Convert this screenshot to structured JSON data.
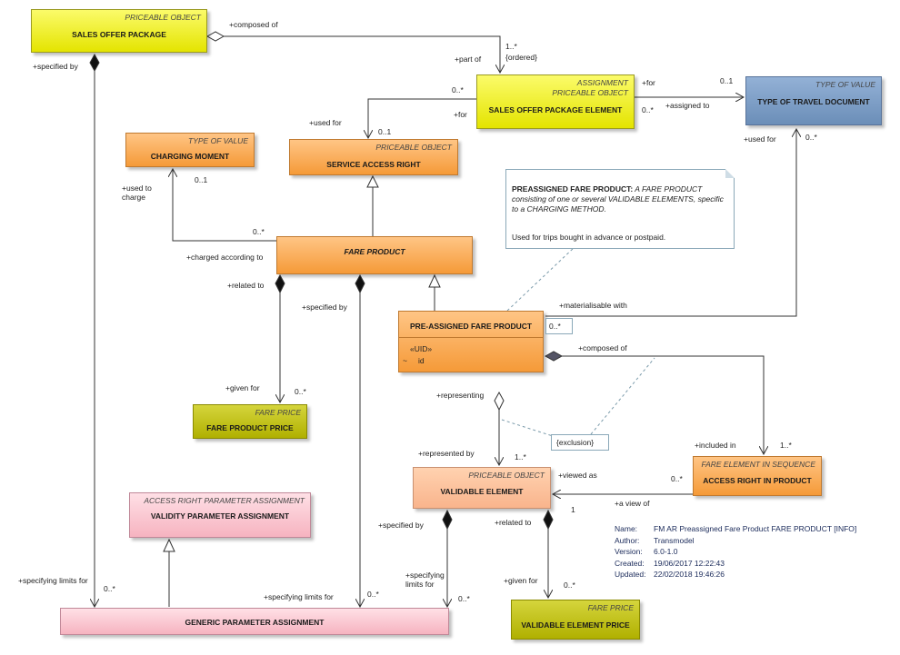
{
  "classes": {
    "sales_offer_package": {
      "stereotype": "PRICEABLE OBJECT",
      "name": "SALES OFFER PACKAGE"
    },
    "sales_offer_package_element": {
      "stereotype": "ASSIGNMENT\nPRICEABLE OBJECT",
      "name": "SALES OFFER PACKAGE ELEMENT"
    },
    "type_of_travel_document": {
      "stereotype": "TYPE OF VALUE",
      "name": "TYPE OF TRAVEL DOCUMENT"
    },
    "charging_moment": {
      "stereotype": "TYPE OF VALUE",
      "name": "CHARGING MOMENT"
    },
    "service_access_right": {
      "stereotype": "PRICEABLE OBJECT",
      "name": "SERVICE ACCESS RIGHT"
    },
    "fare_product": {
      "name": "FARE PRODUCT"
    },
    "pre_assigned_fare_product": {
      "name": "PRE-ASSIGNED FARE PRODUCT",
      "attr_stereotype": "«UID»",
      "attr_vis": "~",
      "attr_name": "id"
    },
    "fare_product_price": {
      "stereotype": "FARE PRICE",
      "name": "FARE PRODUCT PRICE"
    },
    "access_right_parameter_assignment": {
      "stereotype": "ACCESS RIGHT PARAMETER ASSIGNMENT",
      "name": "VALIDITY PARAMETER ASSIGNMENT"
    },
    "validable_element": {
      "stereotype": "PRICEABLE OBJECT",
      "name": "VALIDABLE ELEMENT"
    },
    "access_right_in_product": {
      "stereotype": "FARE ELEMENT IN SEQUENCE",
      "name": "ACCESS RIGHT IN PRODUCT"
    },
    "generic_parameter_assignment": {
      "name": "GENERIC PARAMETER ASSIGNMENT"
    },
    "validable_element_price": {
      "stereotype": "FARE PRICE",
      "name": "VALIDABLE ELEMENT PRICE"
    }
  },
  "labels": {
    "composed_of_1": "+composed of",
    "mult_1_star_a": "1..*",
    "ordered": "{ordered}",
    "part_of": "+part of",
    "specified_by_1": "+specified by",
    "mult_0star_a": "0..*",
    "for_1": "+for",
    "for_2": "+for",
    "mult_01_a": "0..1",
    "mult_0star_b": "0..*",
    "assigned_to": "+assigned to",
    "used_for_1": "+used for",
    "mult_01_b": "0..1",
    "used_for_2": "+used for",
    "mult_0star_c": "0..*",
    "used_to_charge": "+used to\ncharge",
    "mult_01_c": "0..1",
    "mult_0star_d": "0..*",
    "charged_according_to": "+charged according to",
    "related_to_1": "+related to",
    "specified_by_2": "+specified by",
    "materialisable_with": "+materialisable with",
    "mult_0star_e": "0..*",
    "composed_of_2": "+composed of",
    "given_for_1": "+given for",
    "mult_0star_f": "0..*",
    "representing": "+representing",
    "exclusion": "{exclusion}",
    "represented_by": "+represented by",
    "mult_1_star_b": "1..*",
    "included_in": "+included in",
    "mult_1_star_c": "1..*",
    "viewed_as": "+viewed as",
    "mult_0star_g": "0..*",
    "a_view_of": "+a view of",
    "mult_1": "1",
    "specified_by_3": "+specified by",
    "related_to_2": "+related to",
    "specifying_limits_for_1": "+specifying limits for",
    "mult_0star_h": "0..*",
    "specifying_limits_for_2": "+specifying limits for",
    "mult_0star_i": "0..*",
    "specifying_limits_for_3": "+specifying\nlimits for",
    "mult_0star_j": "0..*",
    "given_for_2": "+given for",
    "mult_0star_k": "0..*"
  },
  "note": {
    "title": "PREASSIGNED FARE PRODUCT:",
    "text": " A FARE PRODUCT consisting of one or several VALIDABLE ELEMENTS, specific to a CHARGING METHOD.",
    "text2": "Used for trips bought in advance or postpaid."
  },
  "info": {
    "name_key": "Name:",
    "name_val": "FM AR Preassigned Fare Product FARE PRODUCT [INFO]",
    "author_key": "Author:",
    "author_val": "Transmodel",
    "version_key": "Version:",
    "version_val": "6.0-1.0",
    "created_key": "Created:",
    "created_val": "19/06/2017 12:22:43",
    "updated_key": "Updated:",
    "updated_val": "22/02/2018 19:46:26"
  }
}
